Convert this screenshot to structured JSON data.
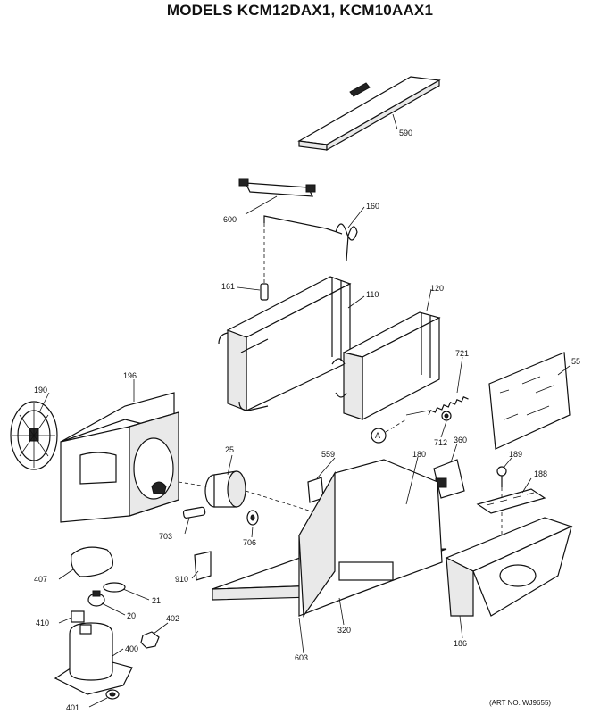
{
  "title": "MODELS KCM12DAX1, KCM10AAX1",
  "art_number": "(ART NO. WJ9655)",
  "callout_circle": "A",
  "parts": [
    {
      "id": "590"
    },
    {
      "id": "600"
    },
    {
      "id": "160"
    },
    {
      "id": "161"
    },
    {
      "id": "110"
    },
    {
      "id": "120"
    },
    {
      "id": "721"
    },
    {
      "id": "55"
    },
    {
      "id": "712"
    },
    {
      "id": "196"
    },
    {
      "id": "190"
    },
    {
      "id": "25"
    },
    {
      "id": "559"
    },
    {
      "id": "180"
    },
    {
      "id": "360"
    },
    {
      "id": "189"
    },
    {
      "id": "188"
    },
    {
      "id": "703"
    },
    {
      "id": "706"
    },
    {
      "id": "910"
    },
    {
      "id": "407"
    },
    {
      "id": "21"
    },
    {
      "id": "20"
    },
    {
      "id": "410"
    },
    {
      "id": "402"
    },
    {
      "id": "400"
    },
    {
      "id": "401"
    },
    {
      "id": "603"
    },
    {
      "id": "320"
    },
    {
      "id": "186"
    }
  ]
}
